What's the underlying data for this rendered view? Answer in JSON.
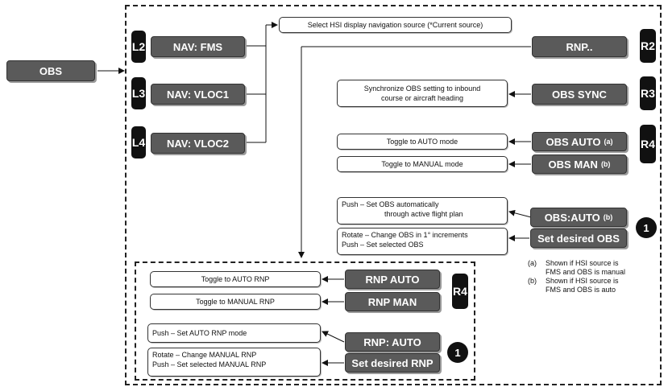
{
  "left_button": "OBS",
  "left_keys": [
    "L2",
    "L3",
    "L4"
  ],
  "nav_buttons": [
    "NAV: FMS",
    "NAV: VLOC1",
    "NAV: VLOC2"
  ],
  "nav_description": "Select HSI display navigation source (*Current source)",
  "right_keys": [
    "R2",
    "R3",
    "R4"
  ],
  "rnp_button": "RNP..",
  "obs_sync": {
    "button": "OBS SYNC",
    "description_line1": "Synchronize OBS setting to inbound",
    "description_line2": "course or aircraft heading"
  },
  "obs_auto": {
    "button": "OBS AUTO",
    "suffix": "(a)",
    "description": "Toggle to AUTO mode"
  },
  "obs_man": {
    "button": "OBS MAN",
    "suffix": "(b)",
    "description": "Toggle to MANUAL mode"
  },
  "obs_auto_knob": {
    "button": "OBS:AUTO",
    "suffix": "(b)",
    "push": "Push  –   Set OBS automatically",
    "push2": "through active flight plan"
  },
  "obs_desired": {
    "button": "Set desired OBS",
    "rotate": "Rotate –  Change OBS in 1° increments",
    "push": "Push   –   Set selected OBS"
  },
  "knob_number": "1",
  "notes": [
    {
      "tag": "(a)",
      "line1": "Shown if HSI source is",
      "line2": "FMS and OBS is manual"
    },
    {
      "tag": "(b)",
      "line1": "Shown if HSI source is",
      "line2": "FMS and OBS is auto"
    }
  ],
  "rnp_panel": {
    "key": "R4",
    "rnp_auto": {
      "button": "RNP AUTO",
      "description": "Toggle to AUTO RNP"
    },
    "rnp_man": {
      "button": "RNP MAN",
      "description": "Toggle to MANUAL RNP"
    },
    "rnp_knob": {
      "button": "RNP: AUTO",
      "push": "Push  –   Set AUTO RNP mode"
    },
    "rnp_desired": {
      "button": "Set desired RNP",
      "rotate": "Rotate –  Change MANUAL RNP",
      "push": "Push   –   Set selected MANUAL RNP"
    },
    "knob_number": "1"
  }
}
